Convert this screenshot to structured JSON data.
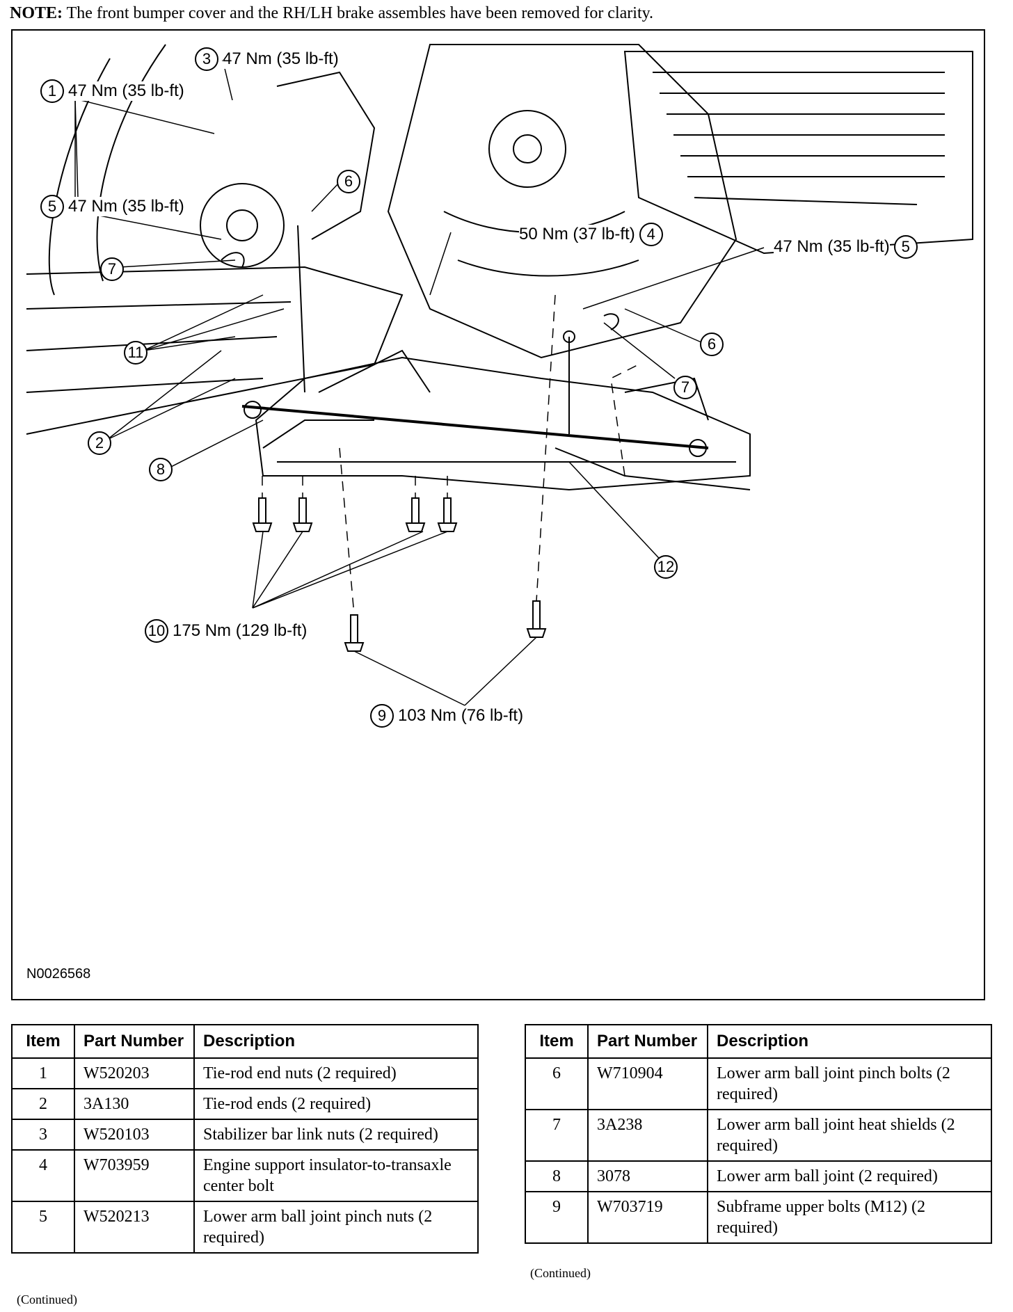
{
  "note": {
    "label": "NOTE:",
    "text": "The front bumper cover and the RH/LH brake assembles have been removed for clarity."
  },
  "figure": {
    "id": "N0026568",
    "callouts": [
      {
        "num": "1",
        "torque": "47 Nm (35 lb-ft)"
      },
      {
        "num": "3",
        "torque": "47 Nm (35 lb-ft)"
      },
      {
        "num": "5",
        "torque": "47 Nm (35 lb-ft)"
      },
      {
        "num": "6",
        "torque": ""
      },
      {
        "num": "4",
        "torque": "50 Nm (37 lb-ft)"
      },
      {
        "num": "5",
        "torque": "47 Nm (35 lb-ft)"
      },
      {
        "num": "7",
        "torque": ""
      },
      {
        "num": "11",
        "torque": ""
      },
      {
        "num": "6",
        "torque": ""
      },
      {
        "num": "7",
        "torque": ""
      },
      {
        "num": "2",
        "torque": ""
      },
      {
        "num": "8",
        "torque": ""
      },
      {
        "num": "12",
        "torque": ""
      },
      {
        "num": "10",
        "torque": "175 Nm (129 lb-ft)"
      },
      {
        "num": "9",
        "torque": "103 Nm (76 lb-ft)"
      }
    ]
  },
  "table": {
    "headers": [
      "Item",
      "Part Number",
      "Description"
    ],
    "left_rows": [
      {
        "item": "1",
        "part": "W520203",
        "desc": "Tie-rod end nuts (2 required)"
      },
      {
        "item": "2",
        "part": "3A130",
        "desc": "Tie-rod ends (2 required)"
      },
      {
        "item": "3",
        "part": "W520103",
        "desc": "Stabilizer bar link nuts (2 required)"
      },
      {
        "item": "4",
        "part": "W703959",
        "desc": "Engine support insulator-to-transaxle center bolt"
      },
      {
        "item": "5",
        "part": "W520213",
        "desc": "Lower arm ball joint pinch nuts (2 required)"
      }
    ],
    "right_rows": [
      {
        "item": "6",
        "part": "W710904",
        "desc": "Lower arm ball joint pinch bolts (2 required)"
      },
      {
        "item": "7",
        "part": "3A238",
        "desc": "Lower arm ball joint heat shields (2 required)"
      },
      {
        "item": "8",
        "part": "3078",
        "desc": "Lower arm ball joint (2 required)"
      },
      {
        "item": "9",
        "part": "W703719",
        "desc": "Subframe upper bolts (M12) (2 required)"
      }
    ],
    "continued_left": "(Continued)",
    "continued_right": "(Continued)"
  }
}
